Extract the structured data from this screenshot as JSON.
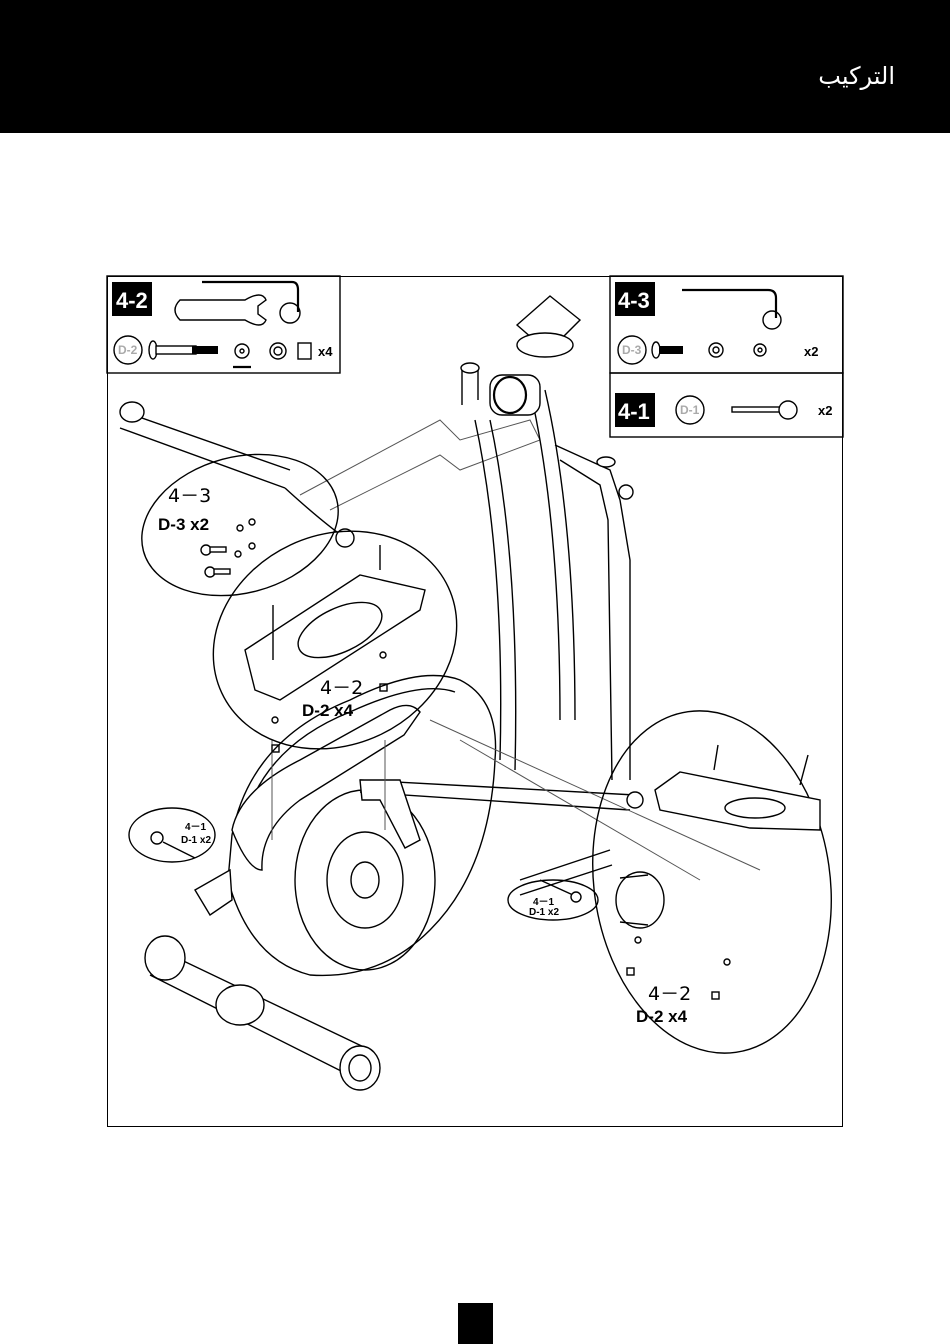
{
  "header": {
    "title": "التركيب"
  },
  "panels": {
    "p42": {
      "step": "4-2",
      "part": "D-2",
      "qty": "x4"
    },
    "p43": {
      "step": "4-3",
      "part": "D-3",
      "qty": "x2"
    },
    "p41": {
      "step": "4-1",
      "part": "D-1",
      "qty": "x2"
    }
  },
  "callouts": {
    "c43": {
      "step": "4－3",
      "part": "D-3 x2"
    },
    "c42a": {
      "step": "4－2",
      "part": "D-2 x4"
    },
    "c42b": {
      "step": "4－2",
      "part": "D-2 x4"
    },
    "c41a": {
      "step": "4－1",
      "part": "D-1 x2"
    },
    "c41b": {
      "step": "4－1",
      "part": "D-1 x2"
    }
  }
}
